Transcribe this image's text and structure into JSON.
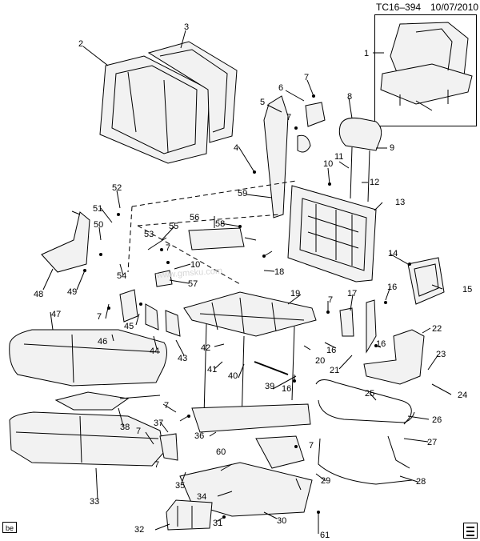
{
  "header": {
    "code": "TC16–394",
    "date": "10/07/2010"
  },
  "corner_tag": "be",
  "watermark": "www.gmsku.com",
  "colors": {
    "line": "#000000",
    "fill": "#ffffff",
    "part_fill": "#f2f2f2",
    "watermark": "#d6d6d6"
  },
  "callouts": [
    "1",
    "2",
    "3",
    "4",
    "5",
    "6",
    "7",
    "8",
    "9",
    "10",
    "11",
    "12",
    "13",
    "14",
    "15",
    "16",
    "17",
    "18",
    "19",
    "20",
    "21",
    "22",
    "23",
    "24",
    "25",
    "26",
    "27",
    "28",
    "29",
    "30",
    "31",
    "32",
    "33",
    "34",
    "35",
    "36",
    "37",
    "38",
    "39",
    "40",
    "41",
    "42",
    "43",
    "44",
    "45",
    "46",
    "47",
    "48",
    "49",
    "50",
    "51",
    "52",
    "53",
    "54",
    "55",
    "56",
    "57",
    "58",
    "59",
    "60",
    "61"
  ],
  "repeat_callouts": [
    "7",
    "7",
    "7",
    "7",
    "7",
    "7",
    "7",
    "7",
    "7",
    "10",
    "10",
    "16",
    "16",
    "16",
    "16"
  ]
}
